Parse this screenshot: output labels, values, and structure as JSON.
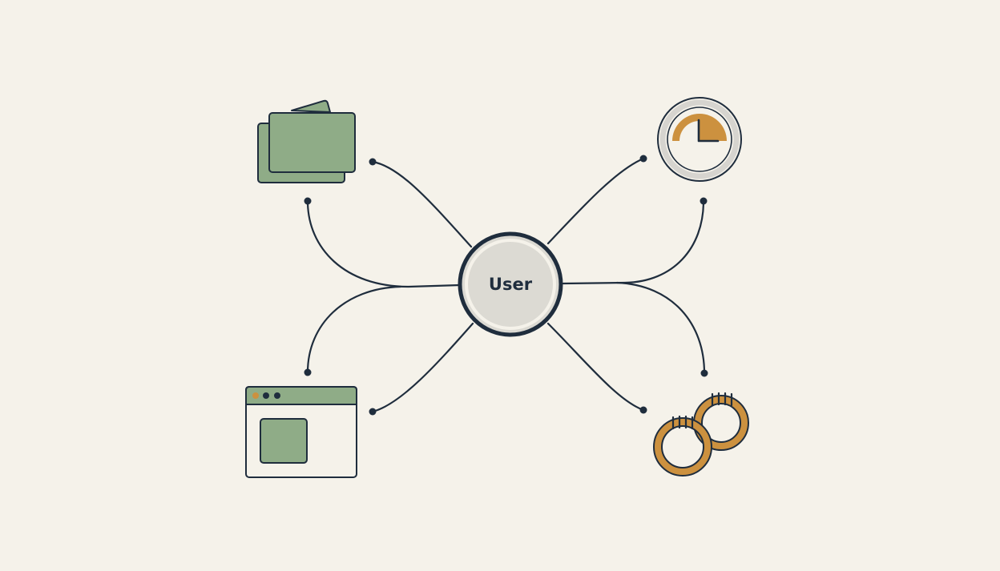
{
  "diagram": {
    "hub": {
      "label": "User"
    },
    "nodes": [
      {
        "id": "files",
        "icon": "stacked-cards-icon"
      },
      {
        "id": "time",
        "icon": "clock-icon"
      },
      {
        "id": "window",
        "icon": "browser-window-icon"
      },
      {
        "id": "scheduling",
        "icon": "calendar-rings-icon"
      }
    ],
    "colors": {
      "background": "#f5f2ea",
      "line": "#1f2d3d",
      "hub_fill": "#dcdad3",
      "green": "#8fac87",
      "orange": "#cc913f",
      "clock_face": "#dcdad3"
    }
  }
}
